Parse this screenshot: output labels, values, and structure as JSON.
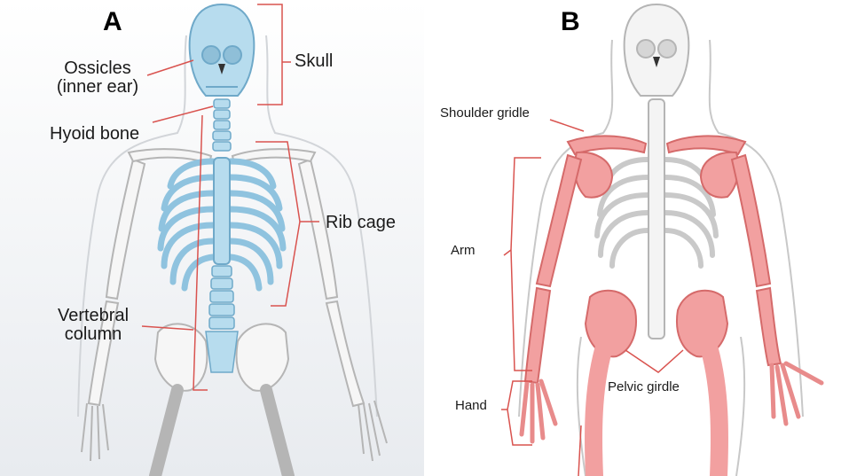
{
  "colors": {
    "axial_bone": "#b7dcee",
    "axial_bone_stroke": "#6fa9c9",
    "appendicular_bone": "#f2a0a0",
    "appendicular_bone_stroke": "#d56a6a",
    "plain_bone": "#f4f4f4",
    "bone_outline": "#b5b5b5",
    "callout_line": "#d9534f",
    "body_outline": "#c8c8c8",
    "panel_a_background": "#eef0f3"
  },
  "panel_a": {
    "letter": "A",
    "labels": {
      "ossicles_line1": "Ossicles",
      "ossicles_line2": "(inner ear)",
      "skull": "Skull",
      "hyoid": "Hyoid bone",
      "rib_cage": "Rib cage",
      "vertebral_line1": "Vertebral",
      "vertebral_line2": "column"
    }
  },
  "panel_b": {
    "letter": "B",
    "labels": {
      "shoulder": "Shoulder gridle",
      "arm": "Arm",
      "hand": "Hand",
      "pelvic": "Pelvic girdle"
    }
  }
}
